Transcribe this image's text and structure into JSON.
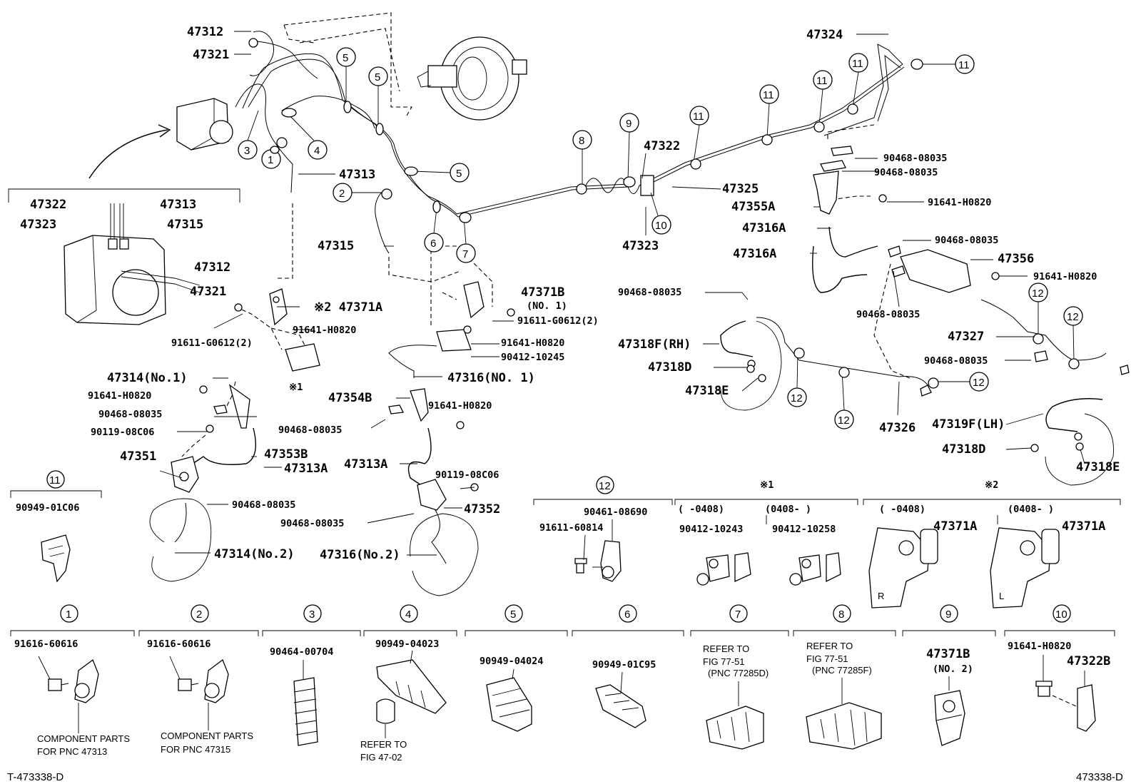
{
  "labels": {
    "l47312a": "47312",
    "l47321a": "47321",
    "l47313a": "47313",
    "l47322a": "47322",
    "l47313b": "47313",
    "l47323a": "47323",
    "l47315a": "47315",
    "l47312b": "47312",
    "l47321b": "47321",
    "l47315b": "47315",
    "l47371a": "※2 47371A",
    "l91611a": "91611-G0612(2)",
    "l91641a": "91641-H0820",
    "l47314a": "47314(No.1)",
    "l91641b": "91641-H0820",
    "l90468a": "90468-08035",
    "l90119a": "90119-08C06",
    "l47351": "47351",
    "l47353b": "47353B",
    "l47313c": "47313A",
    "l90468b": "90468-08035",
    "l47314b": "47314(No.2)",
    "lmark1": "※1",
    "l47371b": "47371B",
    "l47371b_no": "(NO. 1)",
    "l91611b": "91611-G0612(2)",
    "l91641c": "91641-H0820",
    "l90412a": "90412-10245",
    "l47316a": "47316(NO. 1)",
    "l47354b": "47354B",
    "l91641d": "91641-H0820",
    "l90468c": "90468-08035",
    "l47313d": "47313A",
    "l90119b": "90119-08C06",
    "l47352": "47352",
    "l90468d": "90468-08035",
    "l47316b": "47316(No.2)",
    "l47322b": "47322",
    "l47325": "47325",
    "l47323b": "47323",
    "l47324": "47324",
    "l90468e": "90468-08035",
    "l90468f": "90468-08035",
    "l91641e": "91641-H0820",
    "l47355a": "47355A",
    "l47316c": "47316A",
    "l47316d": "47316A",
    "l90468g": "90468-08035",
    "l47356": "47356",
    "l91641f": "91641-H0820",
    "l90468h": "90468-08035",
    "l90468i": "90468-08035",
    "l47318f": "47318F(RH)",
    "l47318d": "47318D",
    "l47318e": "47318E",
    "l47327": "47327",
    "l90468j": "90468-08035",
    "l47326": "47326",
    "l47319f": "47319F(LH)",
    "l47318d2": "47318D",
    "l47318e2": "47318E"
  },
  "callouts": [
    "1",
    "2",
    "3",
    "4",
    "5",
    "6",
    "7",
    "8",
    "9",
    "10",
    "11",
    "12"
  ],
  "legend": {
    "c11_part": "90949-01C06",
    "c12_part1": "90461-08690",
    "c12_part2": "91611-60814",
    "m1_head": "※1",
    "m1_range1": "(    -0408)",
    "m1_range2": "(0408-     )",
    "m1_part1": "90412-10243",
    "m1_part2": "90412-10258",
    "m2_head": "※2",
    "m2_range1": "(    -0408)",
    "m2_range2": "(0408-     )",
    "m2_part1": "47371A",
    "m2_part2": "47371A",
    "b1_part": "91616-60616",
    "b1_note1": "COMPONENT PARTS",
    "b1_note2": "FOR PNC 47313",
    "b2_part": "91616-60616",
    "b2_note1": "COMPONENT PARTS",
    "b2_note2": "FOR PNC 47315",
    "b3_part": "90464-00704",
    "b4_part": "90949-04023",
    "b4_note1": "REFER TO",
    "b4_note2": "FIG 47-02",
    "b5_part": "90949-04024",
    "b6_part": "90949-01C95",
    "b7_note1": "REFER TO",
    "b7_note2": "FIG 77-51",
    "b7_note3": "(PNC 77285D)",
    "b8_note1": "REFER TO",
    "b8_note2": "FIG 77-51",
    "b8_note3": "(PNC 77285F)",
    "b9_part": "47371B",
    "b9_no": "(NO. 2)",
    "b10_part": "91641-H0820",
    "b10_part2": "47322B"
  },
  "footer": {
    "left": "T-473338-D",
    "right": "473338-D"
  }
}
